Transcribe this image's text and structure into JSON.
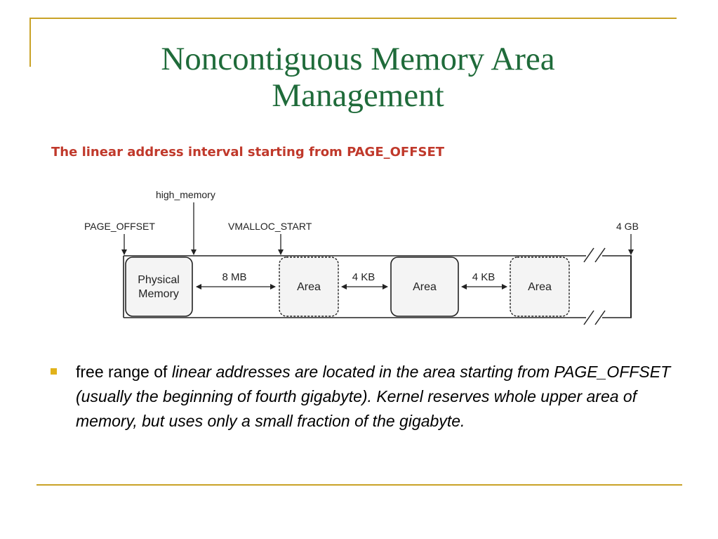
{
  "slide": {
    "title_line1": "Noncontiguous Memory Area",
    "title_line2": "Management"
  },
  "diagram": {
    "caption": "The linear address interval starting from PAGE_OFFSET",
    "markers": {
      "high_memory": "high_memory",
      "page_offset": "PAGE_OFFSET",
      "vmalloc_start": "VMALLOC_START",
      "four_gb": "4 GB"
    },
    "blocks": {
      "physical_line1": "Physical",
      "physical_line2": "Memory",
      "area1": "Area",
      "area2": "Area",
      "area3": "Area"
    },
    "gaps": {
      "gap1": "8 MB",
      "gap2": "4 KB",
      "gap3": "4 KB"
    },
    "colors": {
      "caption": "#c0392b",
      "line": "#222222"
    }
  },
  "bullet": {
    "prefix": "free range of ",
    "emphasis": "linear addresses are located in the area starting from PAGE_OFFSET (usually the beginning of fourth gigabyte). Kernel reserves whole upper area of memory, but uses only a small fraction of the gigabyte."
  }
}
